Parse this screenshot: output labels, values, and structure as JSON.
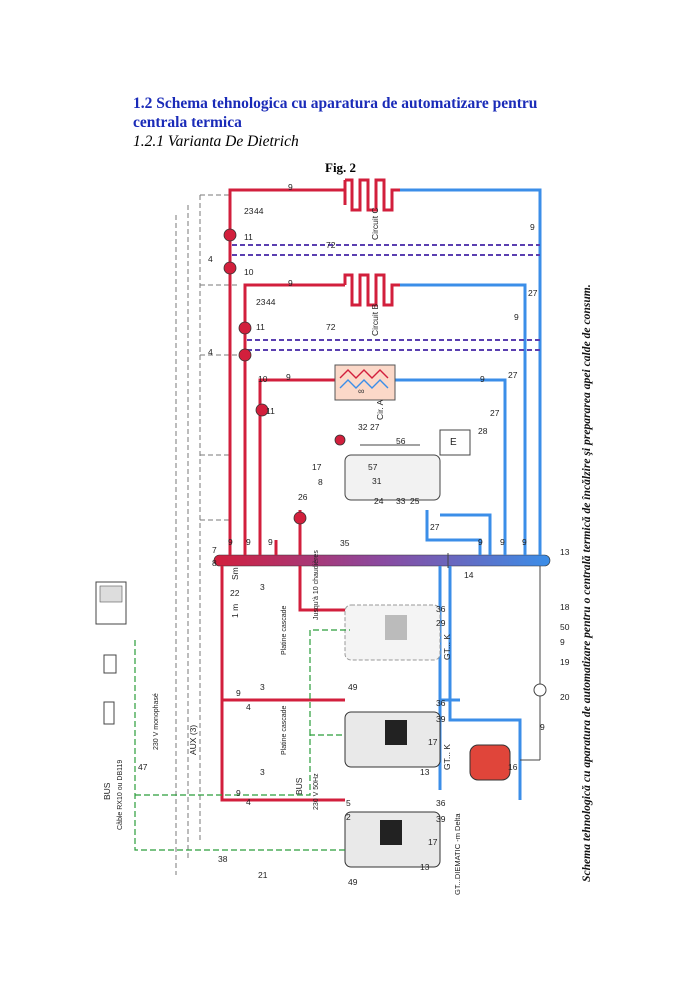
{
  "heading": {
    "line1": "1.2 Schema tehnologica cu aparatura de automatizare pentru",
    "line2": "centrala termica",
    "subtitle": "1.2.1 Varianta De Dietrich"
  },
  "figure_label": "Fig. 2",
  "side_caption": "Schema tehnologică cu aparatura de automatizare pentru o centrală termică de încălzire şi prepararea apei calde de consum.",
  "labels": {
    "circuit_c": "Circuit C",
    "circuit_b": "Circuit B",
    "circuit_a": "Cir. A",
    "bus_cable": "BUS",
    "bus_cable_note": "Câble RX10 ou DB119",
    "aux": "AUX (3)",
    "power_main": "230 V monophasé",
    "bus_mid": "BUS",
    "power_boiler": "230 V 50Hz",
    "platine_1": "Platine cascade",
    "platine_2": "Platine cascade",
    "cascade_note": "Jusqu'à 10 chaudières",
    "boiler_1": "GT...DIEMATIC -m Delta",
    "boiler_2": "GT... K",
    "boiler_3": "GT... K",
    "distance": "1 m",
    "sensor": "Sm",
    "tank_e": "E",
    "n_72": "72",
    "n_23": "23",
    "n_44": "44",
    "n_11": "11",
    "n_10": "10",
    "n_4": "4",
    "n_9": "9",
    "n_27": "27",
    "n_32": "32",
    "n_56": "56",
    "n_57": "57",
    "n_28": "28",
    "n_17": "17",
    "n_8": "8",
    "n_31": "31",
    "n_26": "26",
    "n_24": "24",
    "n_25": "25",
    "n_35": "35",
    "n_13": "13",
    "n_7": "7",
    "n_22": "22",
    "n_14": "14",
    "n_3": "3",
    "n_5": "5",
    "n_36": "36",
    "n_39": "39",
    "n_16": "16",
    "n_18": "18",
    "n_50": "50",
    "n_19": "19",
    "n_20": "20",
    "n_47": "47",
    "n_38": "38",
    "n_21": "21",
    "n_49": "49",
    "n_2": "2",
    "n_33": "33",
    "n_29": "29"
  },
  "colors": {
    "hot": "#d21f3c",
    "cold": "#3b8ee8",
    "bus": "#2a9d3a",
    "purple": "#5a3fb0",
    "dash": "#7a7a7a",
    "boiler_fill": "#e9e9e9",
    "header_mid": "#7a4a9a"
  }
}
